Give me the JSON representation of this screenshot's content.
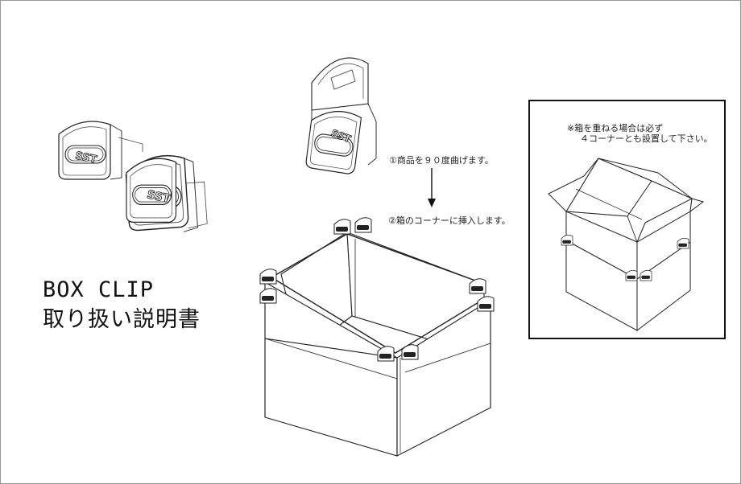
{
  "title": {
    "line1": "BOX CLIP",
    "line2": "取り扱い説明書"
  },
  "clip_logo": "SST",
  "steps": {
    "step1": "①商品を９０度曲げます。",
    "step2": "②箱のコーナーに挿入します。"
  },
  "note": {
    "line1": "※箱を重ねる場合は必ず",
    "line2": "４コーナーとも設置して下さい。"
  },
  "corner_clip_label": "SST"
}
